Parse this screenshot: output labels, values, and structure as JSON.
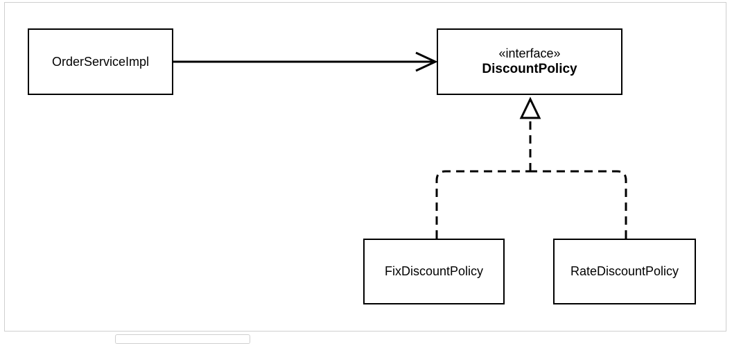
{
  "diagram": {
    "order_service_impl": {
      "label": "OrderServiceImpl"
    },
    "discount_policy": {
      "stereotype": "«interface»",
      "name": "DiscountPolicy"
    },
    "fix_discount_policy": {
      "label": "FixDiscountPolicy"
    },
    "rate_discount_policy": {
      "label": "RateDiscountPolicy"
    },
    "relations": [
      {
        "from": "OrderServiceImpl",
        "to": "DiscountPolicy",
        "kind": "association"
      },
      {
        "from": "FixDiscountPolicy",
        "to": "DiscountPolicy",
        "kind": "realization"
      },
      {
        "from": "RateDiscountPolicy",
        "to": "DiscountPolicy",
        "kind": "realization"
      }
    ]
  },
  "colors": {
    "stroke": "#000000",
    "background": "#ffffff",
    "frame_border": "#cfcfcf"
  }
}
